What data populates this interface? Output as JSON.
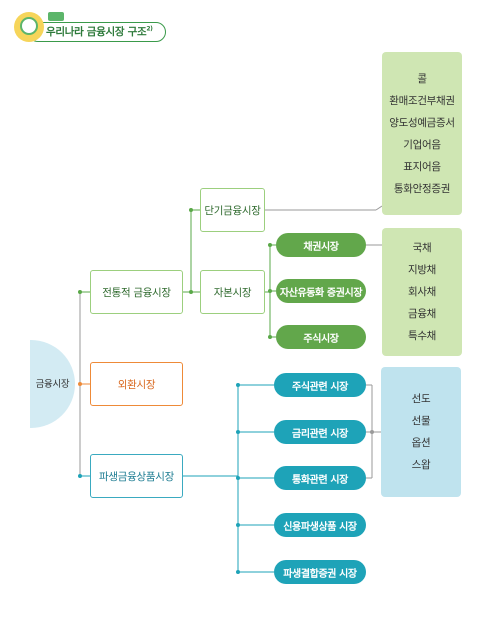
{
  "header": {
    "title": "우리나라 금융시장 구조",
    "footnote": "2)"
  },
  "root": {
    "label": "금융시장"
  },
  "level1": {
    "traditional": "전통적 금융시장",
    "forex": "외환시장",
    "derivatives": "파생금융상품시장"
  },
  "level2": {
    "shortterm": "단기금융시장",
    "capital": "자본시장"
  },
  "capital_markets": {
    "bond": "채권시장",
    "abs": "자산유동화 증권시장",
    "stock": "주식시장"
  },
  "derivative_markets": [
    "주식관련 시장",
    "금리관련 시장",
    "통화관련 시장",
    "신용파생상품 시장",
    "파생결합증권 시장"
  ],
  "panels": {
    "shortterm_items": [
      "콜",
      "환매조건부채권",
      "양도성예금증서",
      "기업어음",
      "표지어음",
      "통화안정증권"
    ],
    "bond_items": [
      "국채",
      "지방채",
      "회사채",
      "금융채",
      "특수채"
    ],
    "derivative_items": [
      "선도",
      "선물",
      "옵션",
      "스왑"
    ]
  },
  "colors": {
    "green_line": "#5aa848",
    "teal_line": "#1ea3b8",
    "gray_line": "#9a9a9a"
  }
}
